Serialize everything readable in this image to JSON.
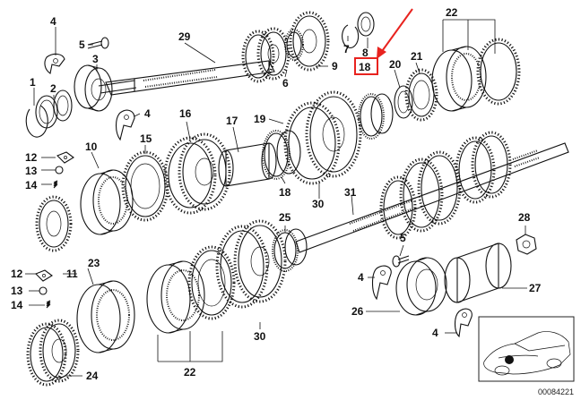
{
  "diagram": {
    "labels": [
      "4",
      "5",
      "29",
      "7",
      "8",
      "22",
      "3",
      "6",
      "9",
      "18",
      "20",
      "21",
      "1",
      "2",
      "4",
      "16",
      "17",
      "19",
      "10",
      "15",
      "12",
      "13",
      "14",
      "18",
      "30",
      "31",
      "28",
      "25",
      "5",
      "12",
      "11",
      "23",
      "13",
      "14",
      "4",
      "26",
      "27",
      "30",
      "22",
      "4",
      "24"
    ],
    "image_code": "00084221",
    "highlight_color": "#e8231f"
  }
}
